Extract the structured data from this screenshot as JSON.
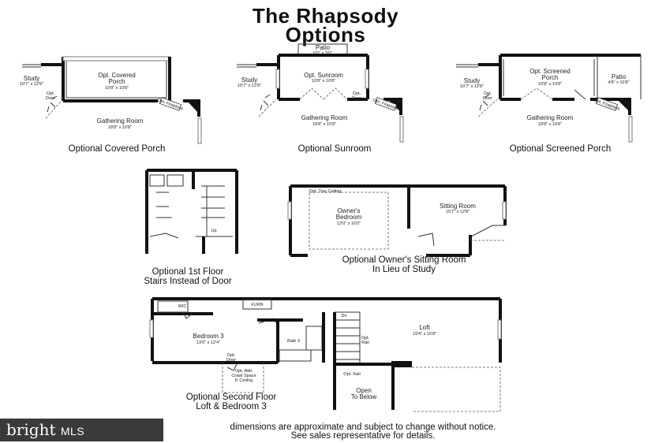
{
  "title_line1": "The Rhapsody",
  "title_line2": "Options",
  "plans": {
    "covered_porch": {
      "study": "Study",
      "study_dim": "10'7\" x 12'8\"",
      "porch": "Opt. Covered",
      "porch2": "Porch",
      "porch_dim": "10'8\" x 10'8\"",
      "opt_door": "Opt.",
      "opt_door2": "Door",
      "gathering": "Gathering Room",
      "gathering_dim": "18'8\" x 15'8\"",
      "fireplace": "Opt. Fireplace",
      "caption": "Optional Covered Porch"
    },
    "sunroom": {
      "patio": "Patio",
      "patio_dim": "6'0\" x 3'0\"",
      "study": "Study",
      "study_dim": "10'7\" x 12'8\"",
      "sunroom": "Opt. Sunroom",
      "sunroom_dim": "10'8\" x 10'8\"",
      "opt_door": "Opt.",
      "opt_door2": "Door",
      "gathering": "Gathering Room",
      "gathering_dim": "18'8\" x 15'8\"",
      "fireplace": "Opt. Fireplace",
      "caption": "Optional Sunroom"
    },
    "screened_porch": {
      "study": "Study",
      "study_dim": "10'7\" x 12'8\"",
      "porch": "Opt. Screened",
      "porch2": "Porch",
      "porch_dim": "10'8\" x 10'8\"",
      "patio": "Patio",
      "patio_dim": "4'8\" x 10'8\"",
      "opt_door": "Opt.",
      "opt_door2": "Door",
      "gathering": "Gathering Room",
      "gathering_dim": "18'8\" x 15'8\"",
      "fireplace": "Opt. Fireplace",
      "caption": "Optional Screened Porch"
    },
    "stairs": {
      "up": "Up",
      "caption1": "Optional 1st Floor",
      "caption2": "Stairs Instead of Door"
    },
    "sitting": {
      "tray": "Opt. Tray Ceiling",
      "owners": "Owner's",
      "bedroom": "Bedroom",
      "owners_dim": "13'0\" x 16'0\"",
      "sitting": "Sitting Room",
      "sitting_dim": "10'7\" x 12'8\"",
      "caption1": "Optional Owner's Sitting Room",
      "caption2": "In Lieu of Study"
    },
    "second_floor": {
      "wic": "WIC",
      "furn": "FURN",
      "dn": "Dn",
      "bedroom3": "Bedroom 3",
      "bedroom3_dim": "13'0\" x 12'4\"",
      "bath3": "Bath 3",
      "opt_door": "Opt.",
      "opt_door2": "Door",
      "opt_rail": "Opt.",
      "opt_rail2": "Rail",
      "opt_rail_b": "Opt. Rail",
      "loft": "Loft",
      "loft_dim": "19'4\" x 15'8\"",
      "attic1": "Opt. Attic",
      "attic2": "Crawl Space",
      "attic3": "6' Ceiling",
      "open1": "Open",
      "open2": "To Below",
      "caption1": "Optional Second Floor",
      "caption2": "Loft & Bedroom 3"
    }
  },
  "disclaimer1": "dimensions are approximate and subject to change without notice.",
  "disclaimer2": "See sales representative for details.",
  "brand": "bright",
  "brand_mls": "MLS"
}
